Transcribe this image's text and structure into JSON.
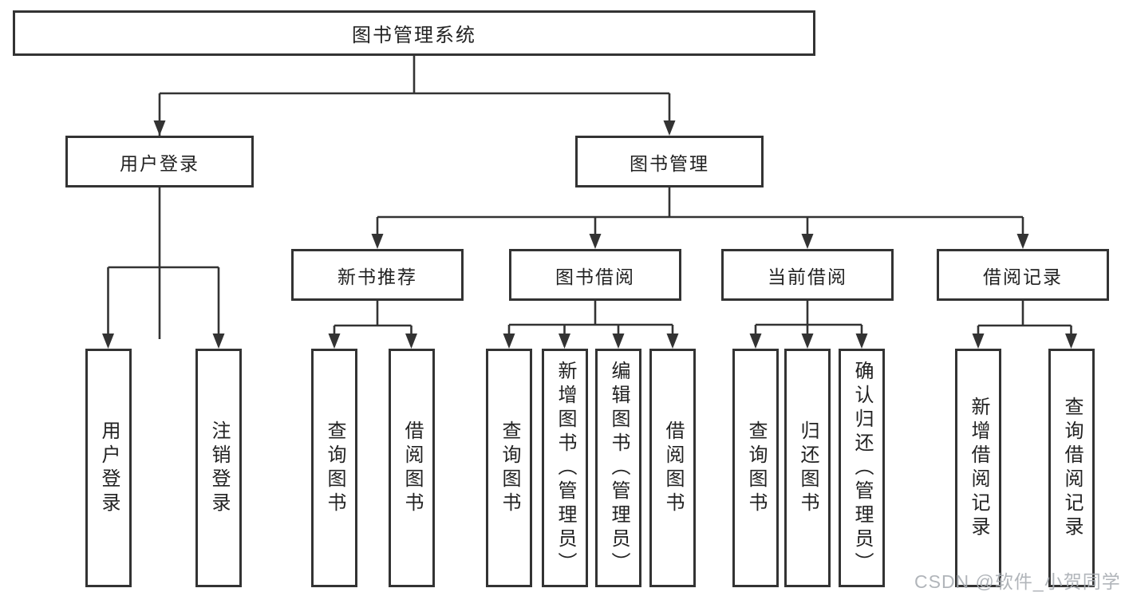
{
  "nodes": {
    "root": "图书管理系统",
    "level2": [
      "用户登录",
      "图书管理"
    ],
    "level3": [
      "新书推荐",
      "图书借阅",
      "当前借阅",
      "借阅记录"
    ],
    "leaves": [
      "用户登录",
      "注销登录",
      "查询图书",
      "借阅图书",
      "查询图书",
      "新增图书（管理员）",
      "编辑图书（管理员）",
      "借阅图书",
      "查询图书",
      "归还图书",
      "确认归还（管理员）",
      "新增借阅记录",
      "查询借阅记录"
    ]
  },
  "watermark": "CSDN @软件_小贺同学",
  "colors": {
    "line": "#333333",
    "text": "#222222",
    "background": "#ffffff",
    "watermark": "#a9aeb3"
  }
}
